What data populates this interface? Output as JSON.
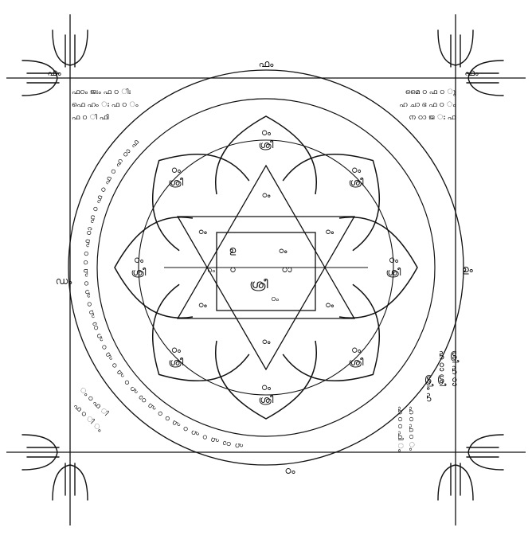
{
  "diagram": {
    "type": "yantra",
    "ink_color": "#111111",
    "paper_color": "#ffffff",
    "frame_labels": {
      "top": "ഫം",
      "bottom": "ഠം",
      "left": "ഡം",
      "right": "ഉം",
      "corner_top_left": "ഫം",
      "corner_top_right": "ഫം"
    },
    "corner_notes": {
      "top_left": [
        "ഫഠം ജഃം ഫ ഠ ിഃ",
        "ഫെ ഹം ഃ ഫ ഠ ം",
        "ഫ ഠ ി ഫി"
      ],
      "top_right": [
        "മൈ ഠ ഫ ഠ ു",
        "ഹ ചാ ഭ ഫ ഠ ം",
        "ന ഠാ ജ ഃ ഫ"
      ],
      "right_side": [
        "ശ്രീ ഹ ഠാ",
        "ഹ ഠാ ശ്രീ",
        "ശ്രീം ഹ"
      ],
      "bottom_left": [
        "ം ഠ ഫ ി",
        "ഫ ഠ ി ം"
      ],
      "bottom_right": [
        "ഹ ഠ ഫ ഠ ം",
        "ഹ ഠ ഠ ഫി ം"
      ]
    },
    "outer_ring_text": "ഹ ഠാ ഫ ഠ ഹ ഠ ഫ ഠ ഠ ഫ ഠാ ഹ ഠ ഫ ഠ ഫ ഠ ഹ ഠാ ഫ ഠ ഹ ഠ ഫ ഠ ഠ ഫ ഠാ ഹ ഠ ഫ ഠ ഫ ഠ ഹ ഠാ ഫ",
    "petals": [
      {
        "label": "ഠം",
        "glyph": "ശ്രീ"
      },
      {
        "label": "ഠം",
        "glyph": "ശ്രീ"
      },
      {
        "label": "ഠം",
        "glyph": "ശ്രീ"
      },
      {
        "label": "ഠം",
        "glyph": "ശ്രീ"
      },
      {
        "label": "ഠം",
        "glyph": "ശ്രീ"
      },
      {
        "label": "ഠം",
        "glyph": "ശ്രീ"
      },
      {
        "label": "ഠം",
        "glyph": "ശ്രീ"
      },
      {
        "label": "ഠം",
        "glyph": "ശ്രീ"
      }
    ],
    "star_points": [
      "ഠം",
      "ഠം",
      "ഠം",
      "ഠം",
      "ഠം",
      "ഠം"
    ],
    "center": {
      "bija": "ശ്രീ",
      "syllables": [
        "ഉ",
        "ഠ",
        "ഠം",
        "ഠാ",
        "ഠം",
        "ഠം"
      ]
    }
  }
}
